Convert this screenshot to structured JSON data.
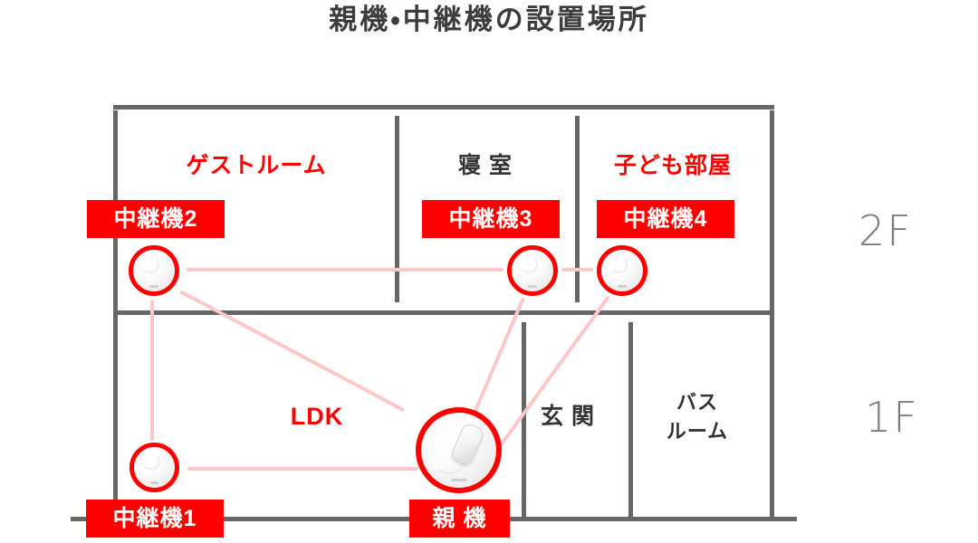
{
  "title": "親機・中継機の設置場所",
  "floors": [
    {
      "id": "2f",
      "label": "2F"
    },
    {
      "id": "1f",
      "label": "1F"
    }
  ],
  "rooms": {
    "guest_room": "ゲストルーム",
    "bedroom": "寝 室",
    "kids_room": "子ども部屋",
    "ldk": "LDK",
    "entrance": "玄 関",
    "bathroom_line1": "バス",
    "bathroom_line2": "ルーム"
  },
  "devices": {
    "repeater1": "中継機1",
    "repeater2": "中継機2",
    "repeater3": "中継機3",
    "repeater4": "中継機4",
    "main_unit": "親 機"
  },
  "colors": {
    "accent_red": "#ff0000",
    "wall_gray": "#666666",
    "text_dark": "#333333",
    "link_pink": "#fbc7c7",
    "floor_label_gray": "#7d7d7d"
  }
}
